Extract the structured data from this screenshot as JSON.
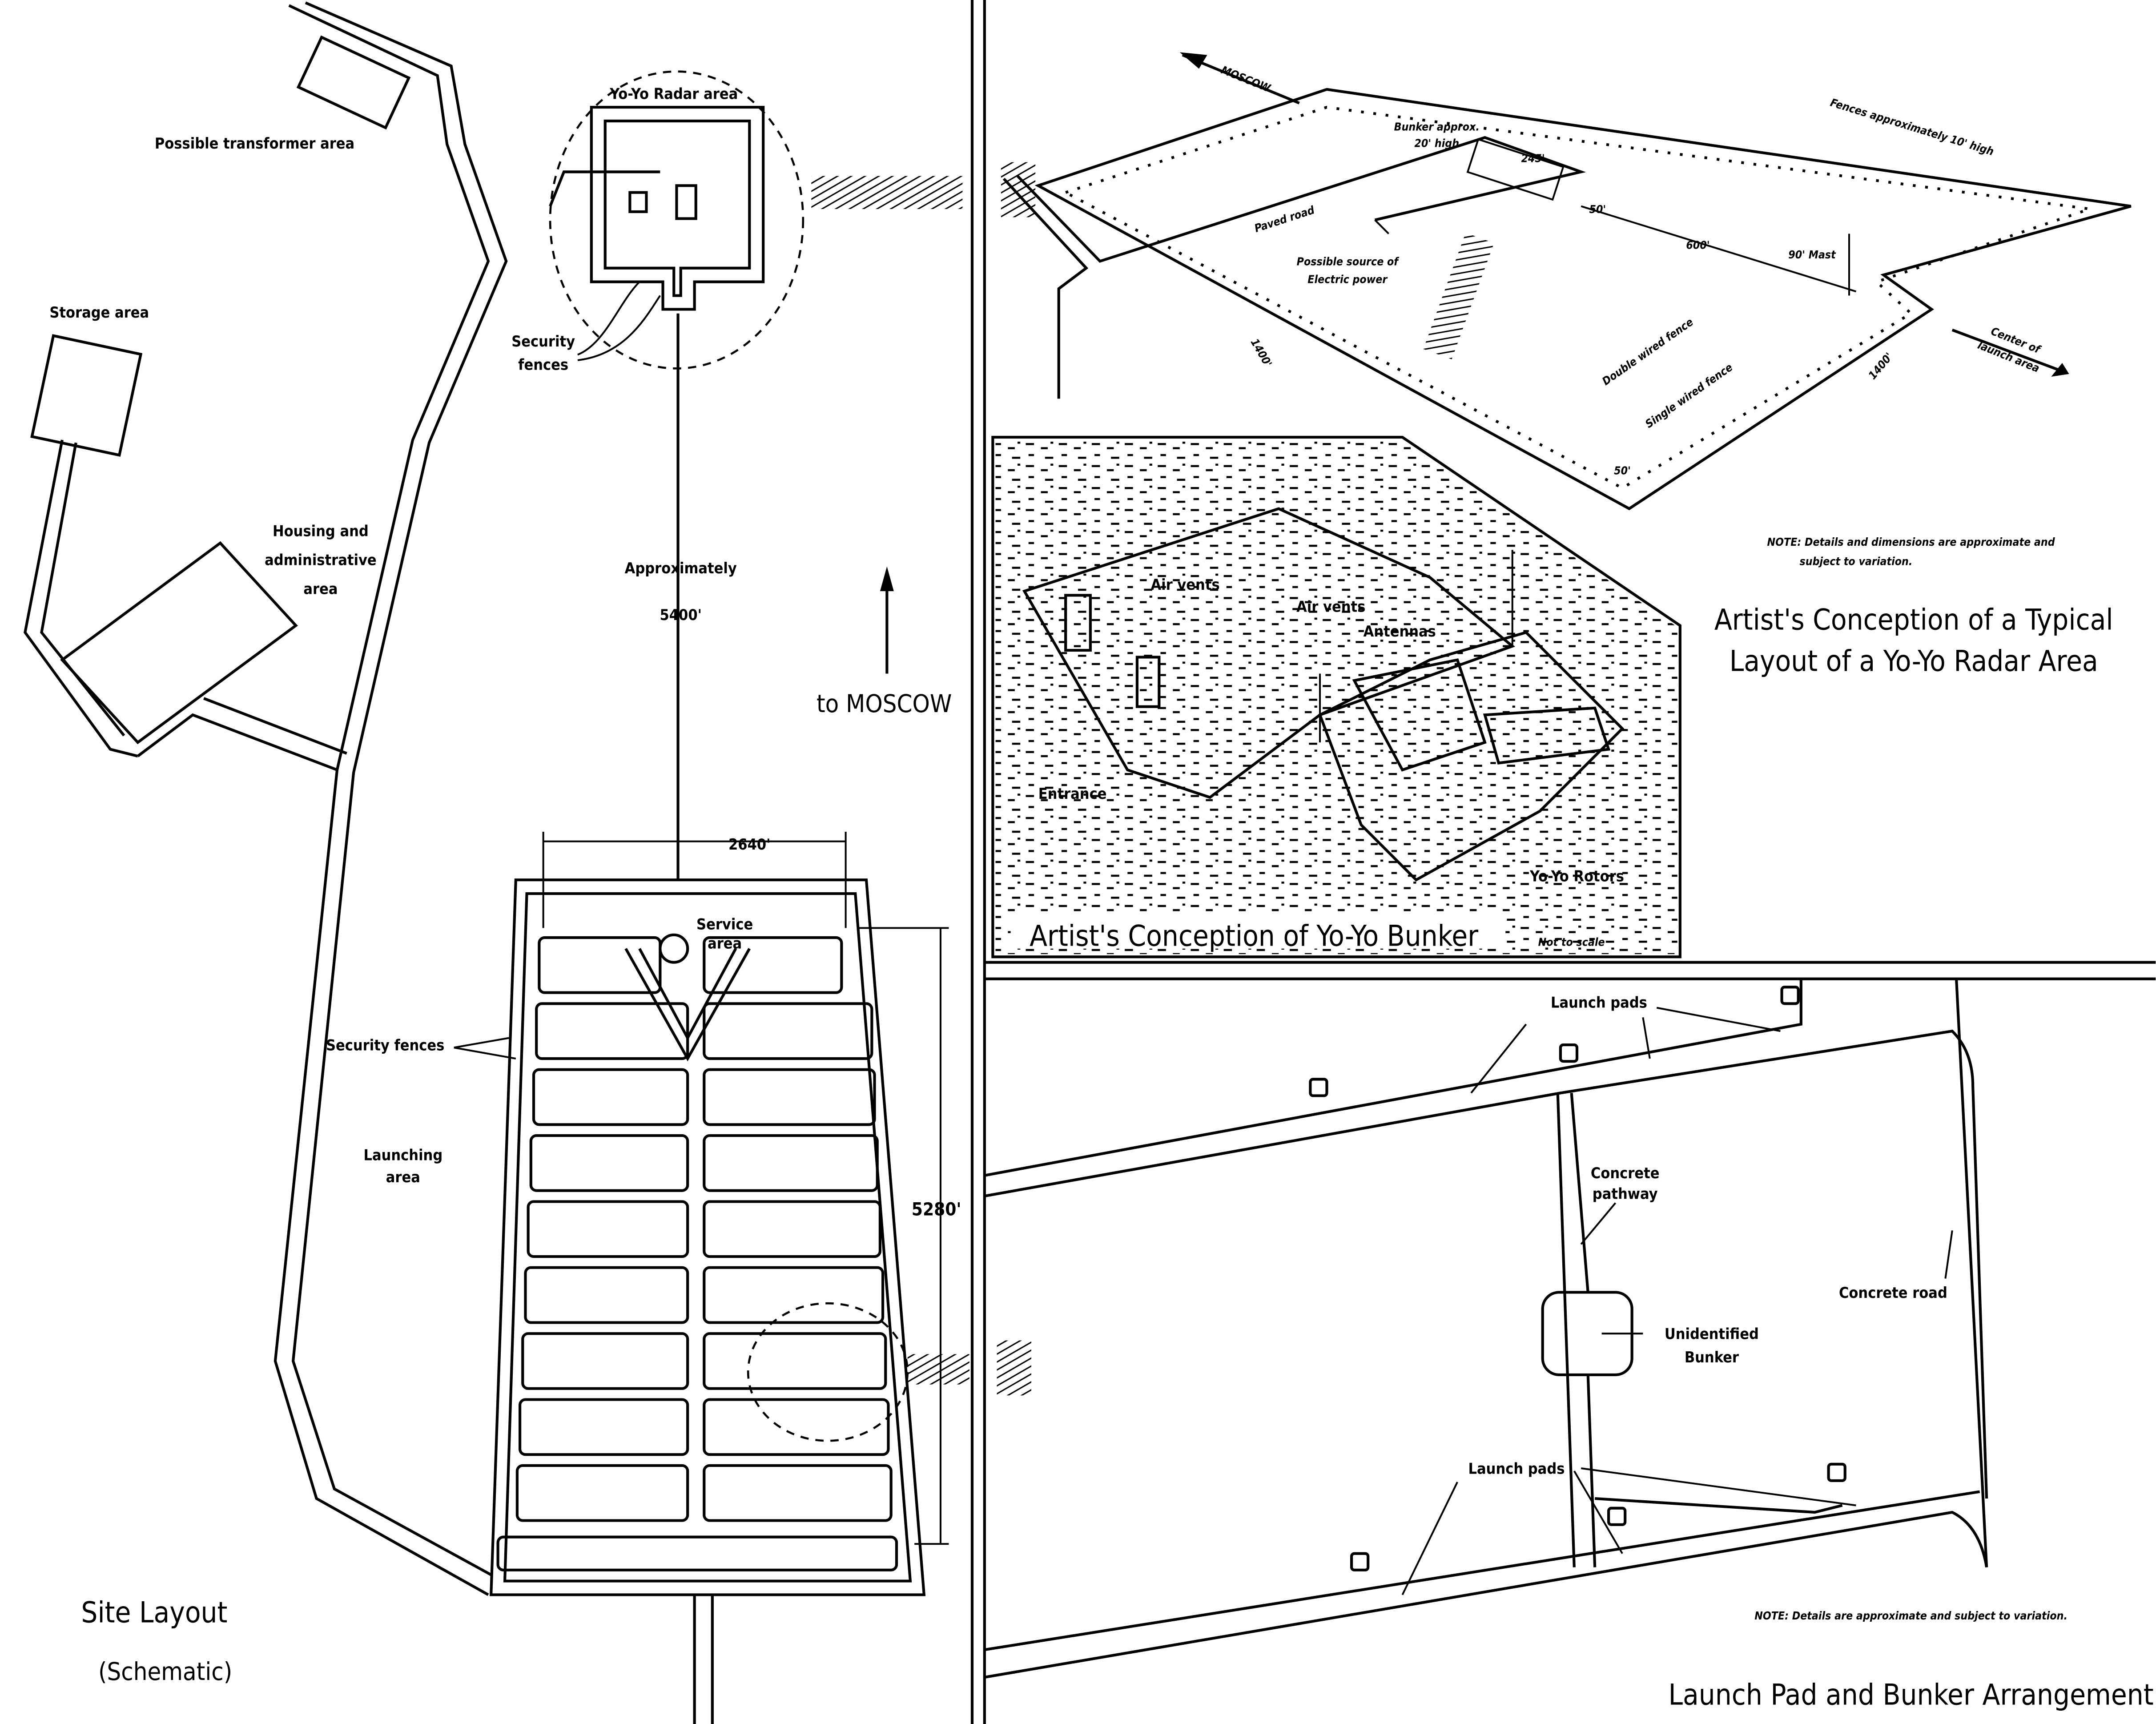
{
  "site_layout": {
    "title": "Site Layout",
    "subtitle": "(Schematic)",
    "labels": {
      "transformer": "Possible transformer area",
      "storage": "Storage area",
      "housing_1": "Housing and",
      "housing_2": "administrative",
      "housing_3": "area",
      "radar_area": "Yo-Yo Radar area",
      "security_fences_top_1": "Security",
      "security_fences_top_2": "fences",
      "distance_1": "Approximately",
      "distance_2": "5400'",
      "to_moscow": "to MOSCOW",
      "width": "2640'",
      "service_1": "Service",
      "service_2": "area",
      "security_fences_side": "Security fences",
      "launching_1": "Launching",
      "launching_2": "area",
      "length": "5280'"
    }
  },
  "radar_layout": {
    "title_1": "Artist's Conception of a Typical",
    "title_2": "Layout of a Yo-Yo Radar Area",
    "labels": {
      "moscow": "MOSCOW",
      "fences_high": "Fences approximately 10' high",
      "bunker_1": "Bunker approx.",
      "bunker_2": "20' high",
      "dim_245": "245'",
      "dim_50_top": "50'",
      "paved_road": "Paved road",
      "power_1": "Possible source of",
      "power_2": "Electric power",
      "dim_600": "600'",
      "mast": "90' Mast",
      "dim_1400_left": "1400'",
      "double_fence": "Double wired fence",
      "single_fence": "Single wired fence",
      "dim_1400_right": "1400'",
      "center_1": "Center of",
      "center_2": "launch area",
      "dim_50_bottom": "50'"
    },
    "note_1": "NOTE: Details and dimensions are approximate and",
    "note_2": "subject to variation."
  },
  "bunker_inset": {
    "title": "Artist's Conception of Yo-Yo Bunker",
    "scale_note": "Not to scale",
    "labels": {
      "air_vents_1": "Air vents",
      "air_vents_2": "Air vents",
      "antennas": "Antennas",
      "entrance": "Entrance",
      "rotors": "Yo-Yo Rotors"
    }
  },
  "launch_pad": {
    "title": "Launch Pad and Bunker Arrangement",
    "labels": {
      "launch_pads_top": "Launch pads",
      "pathway_1": "Concrete",
      "pathway_2": "pathway",
      "bunker_1": "Unidentified",
      "bunker_2": "Bunker",
      "road": "Concrete road",
      "launch_pads_bottom": "Launch pads"
    },
    "note": "NOTE: Details are approximate and subject to variation."
  }
}
